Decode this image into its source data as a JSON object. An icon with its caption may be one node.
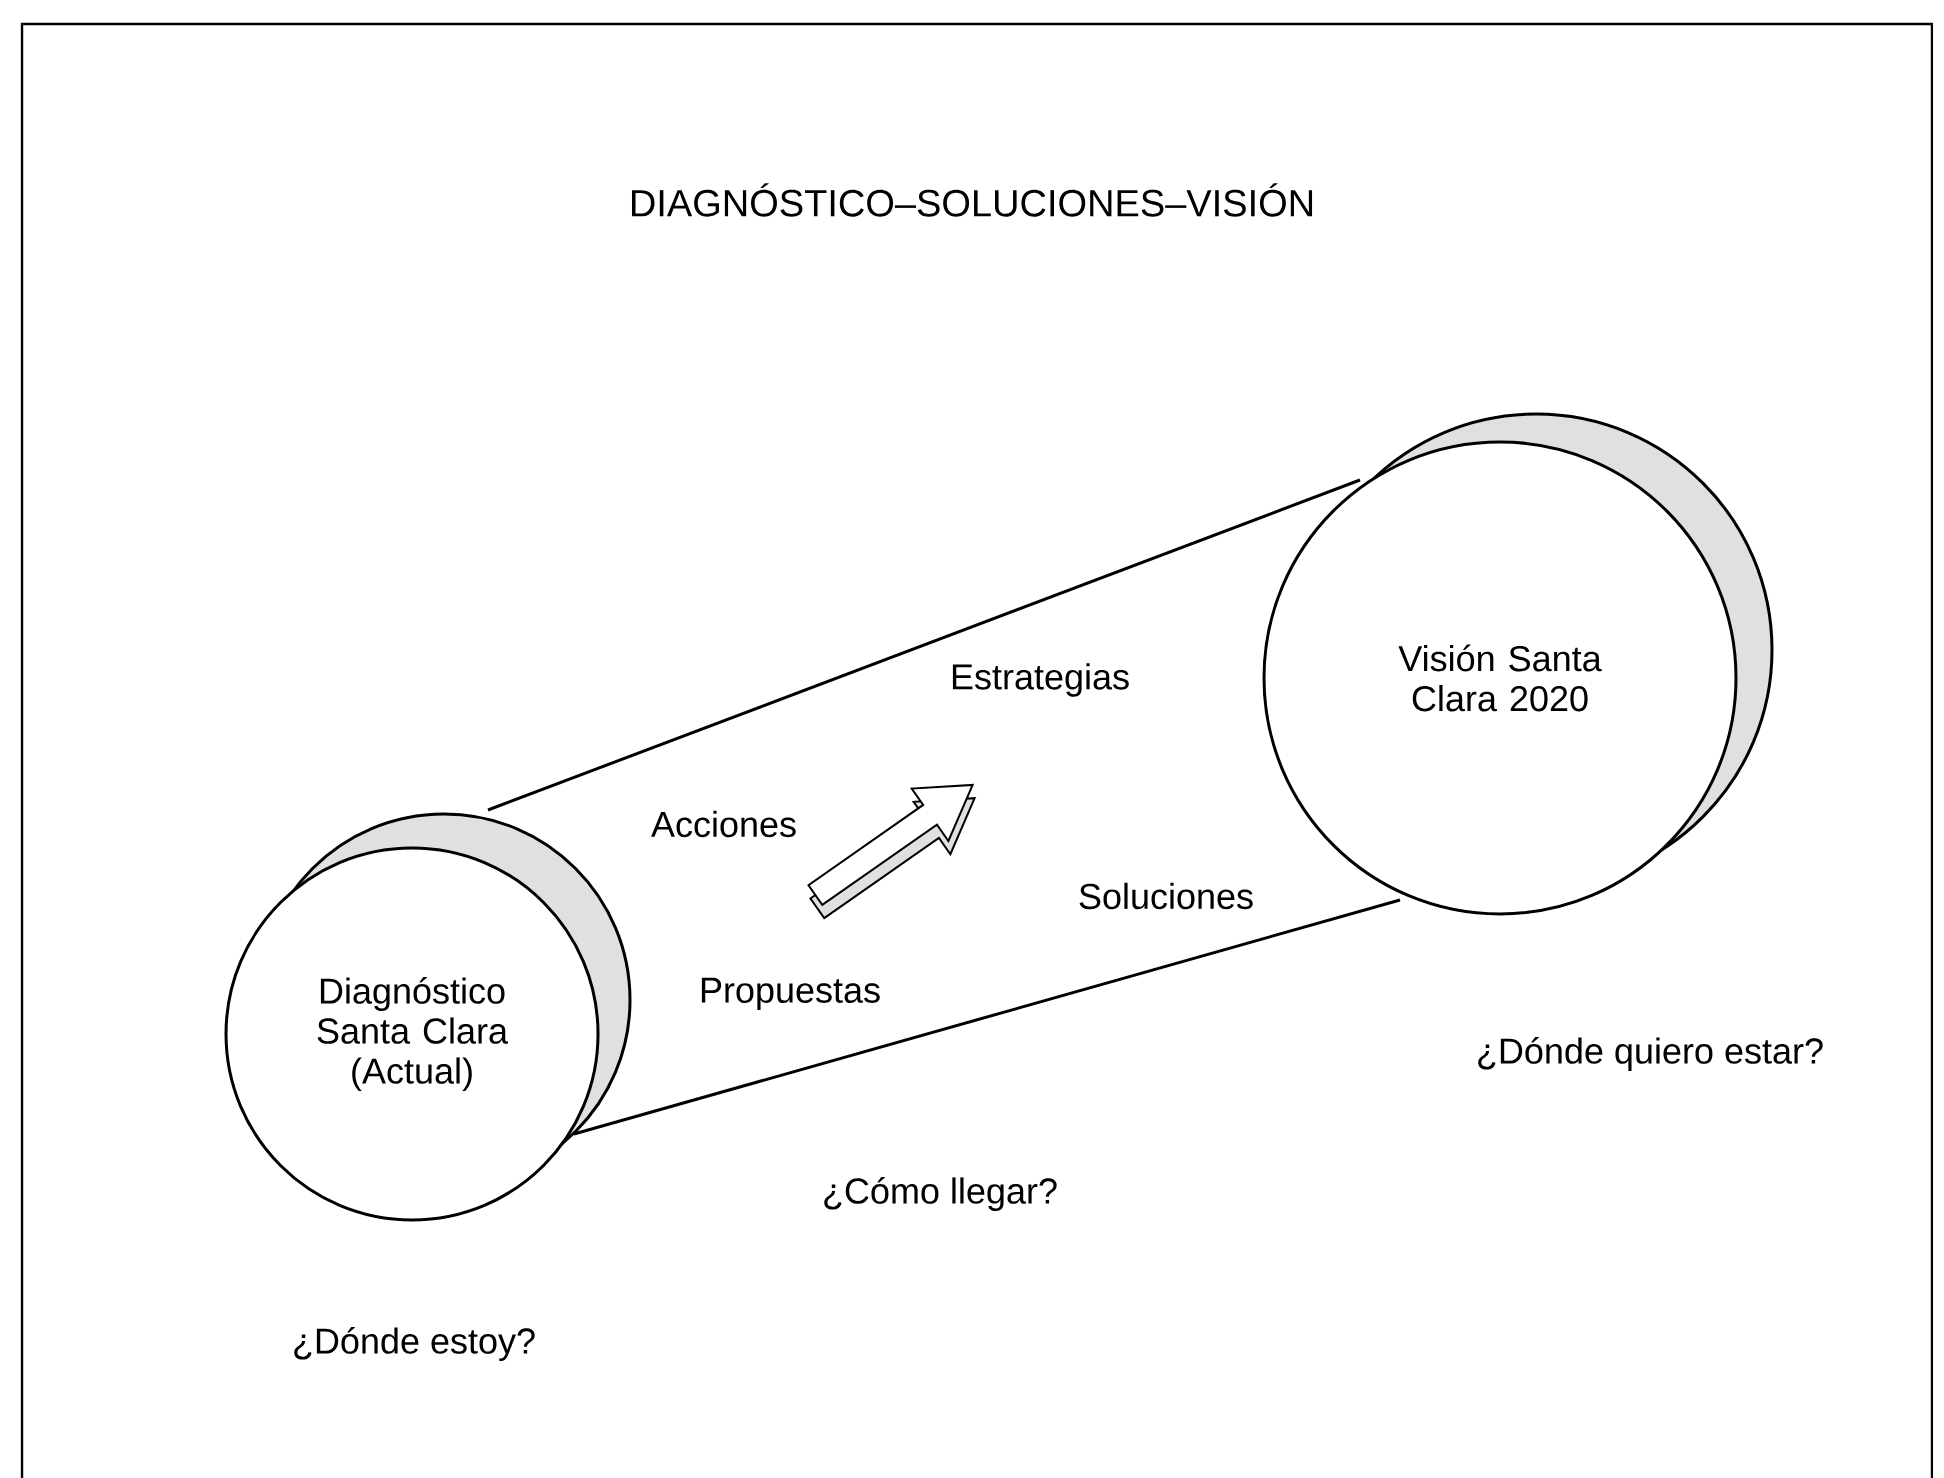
{
  "diagram": {
    "title": "DIAGNÓSTICO–SOLUCIONES–VISIÓN",
    "nodes": [
      {
        "text": [
          "Diagnóstico Santa Clara (Actual)"
        ],
        "beside": [
          "¿Dónde estoy?"
        ]
      },
      {
        "text": [
          "Visión Santa Clara 2020"
        ],
        "beside": [
          "¿Dónde quiero estar?"
        ]
      }
    ],
    "edges": [
      {
        "from": 0,
        "to": 1,
        "arrow": "none"
      },
      {
        "from": 0,
        "to": 1,
        "arrow": "none"
      }
    ],
    "labels": [
      "Estrategias",
      "Acciones",
      "Soluciones",
      "Propuestas",
      "¿Cómo llegar?"
    ]
  }
}
